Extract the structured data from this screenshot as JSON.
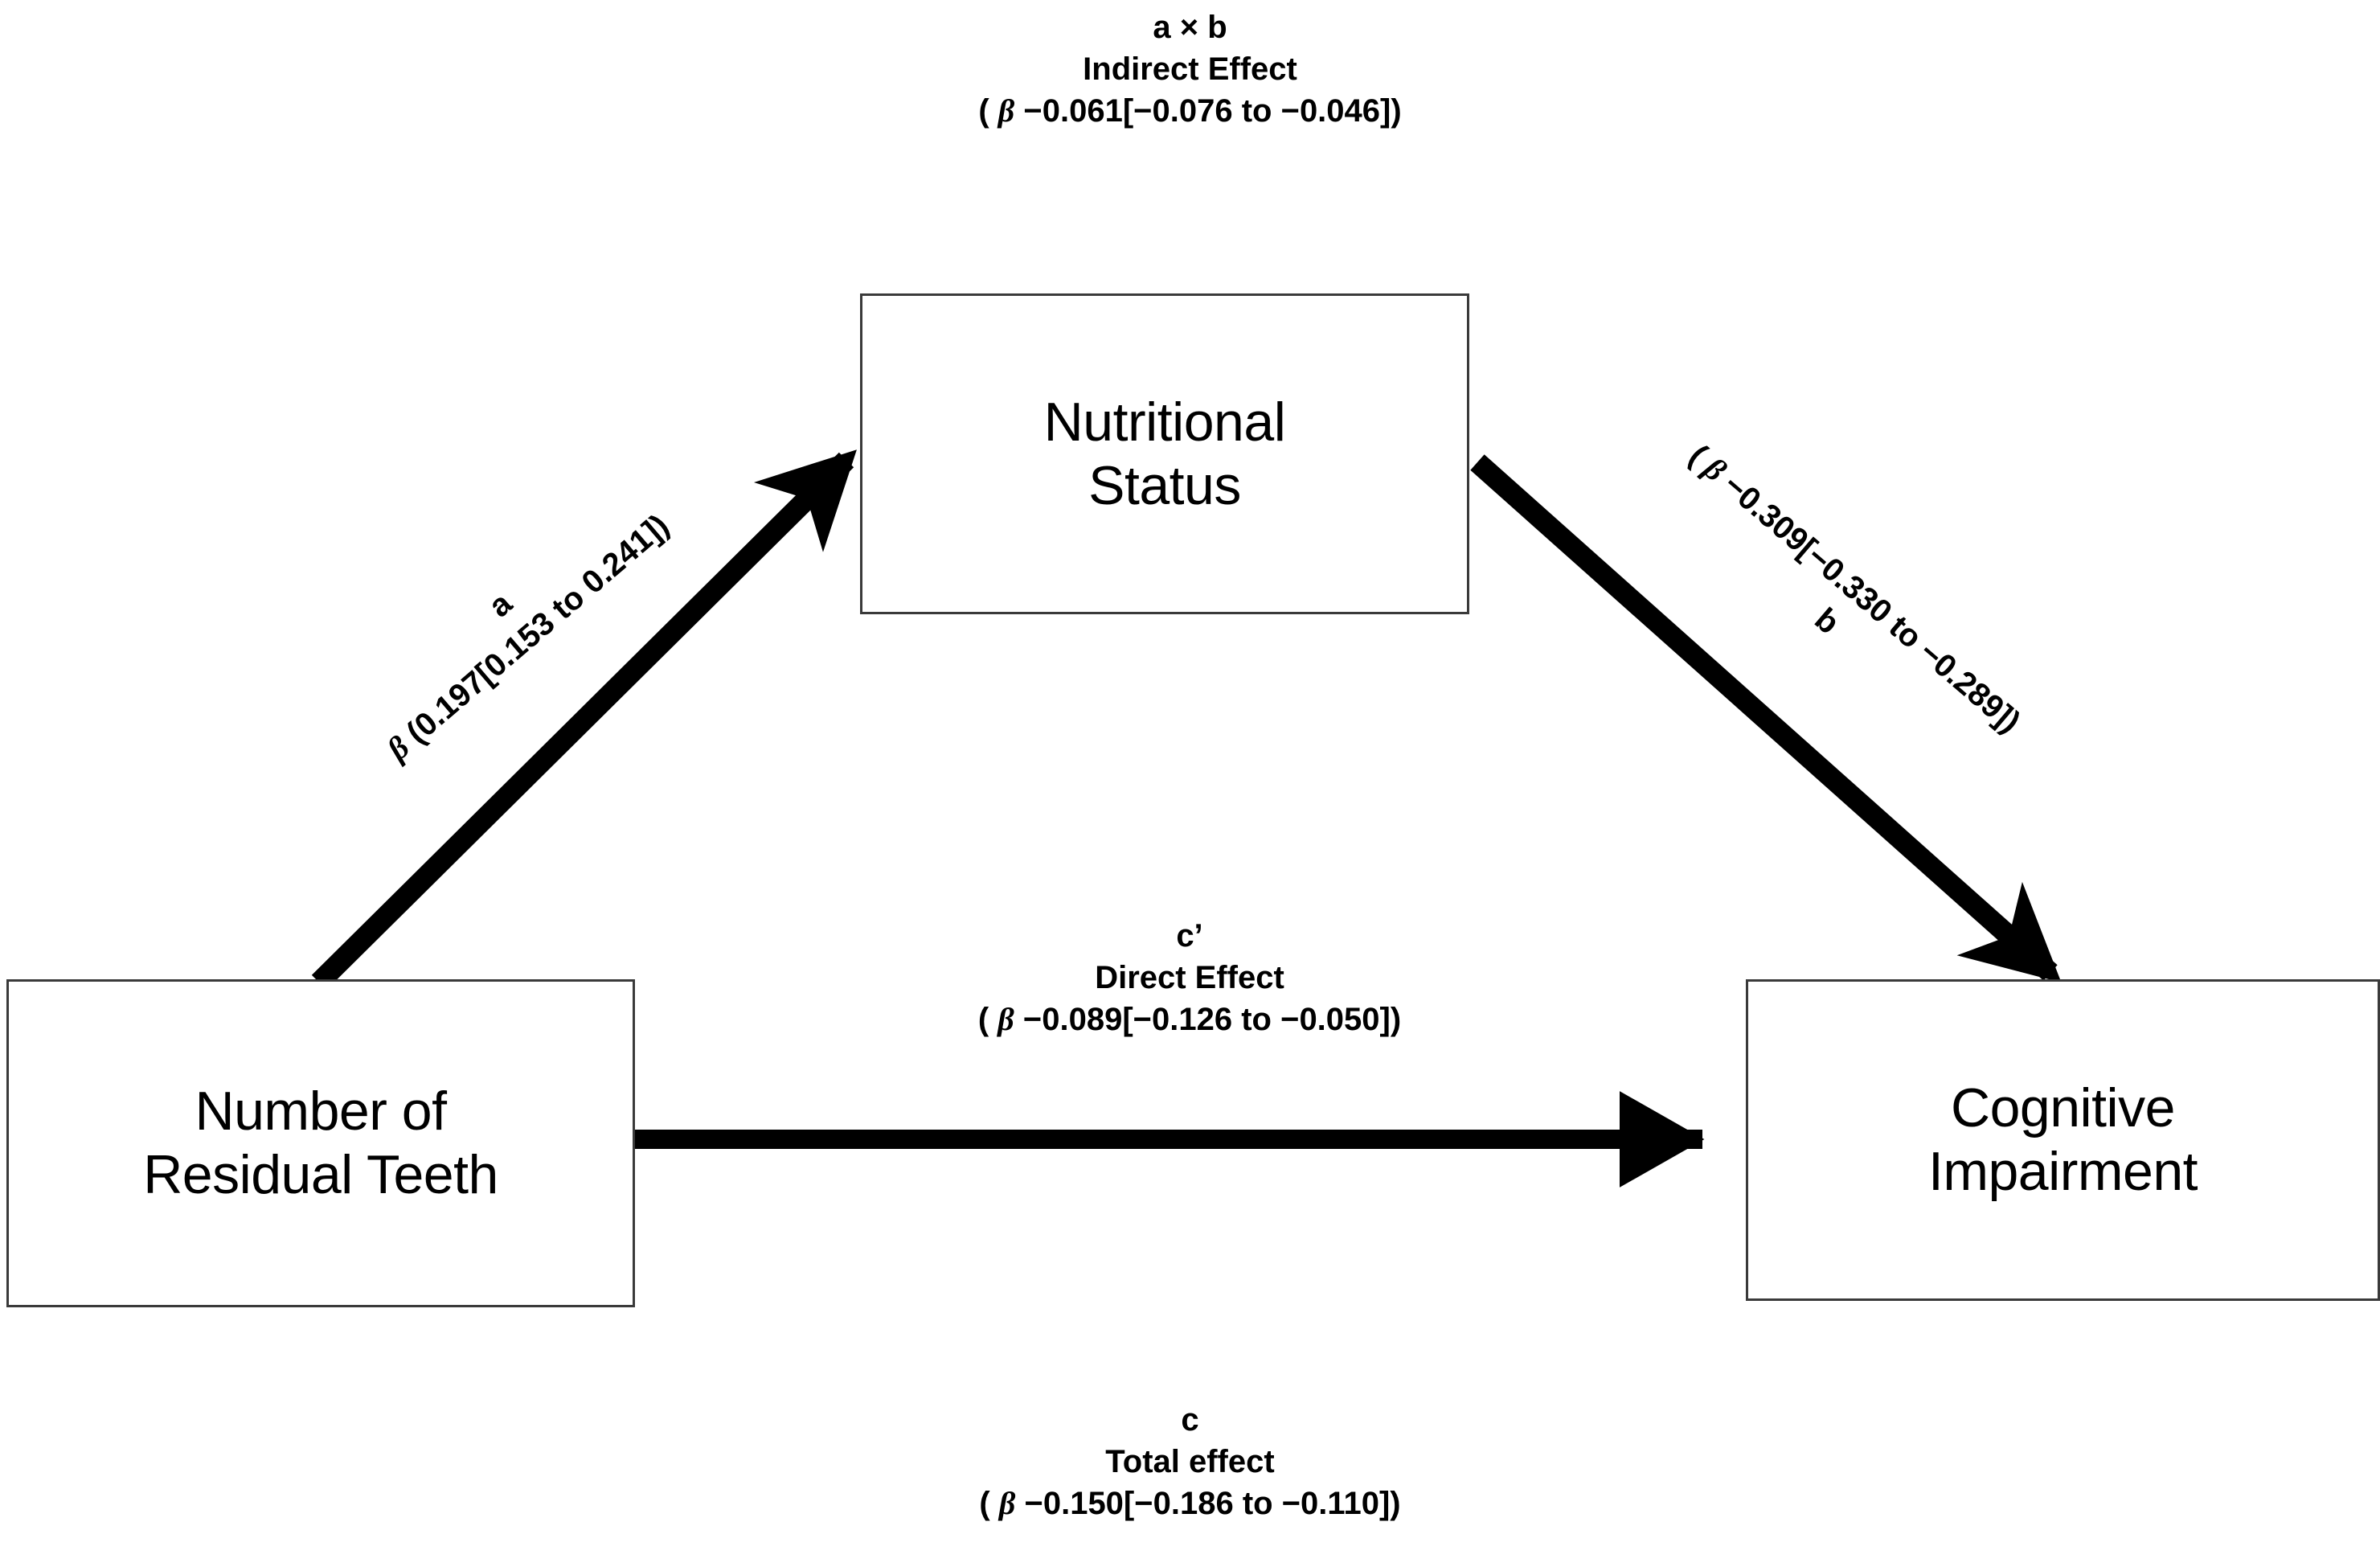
{
  "diagram": {
    "type": "mediation-path-diagram",
    "title": "Mediation model: Number of Residual Teeth → Nutritional Status → Cognitive Impairment",
    "background_color": "#ffffff",
    "line_color": "#000000",
    "box_border_color": "#3a3a3a"
  },
  "nodes": {
    "predictor": {
      "label": "Number of\nResidual Teeth",
      "role": "independent-variable"
    },
    "mediator": {
      "label": "Nutritional\nStatus",
      "role": "mediator"
    },
    "outcome": {
      "label": "Cognitive\nImpairment",
      "role": "dependent-variable"
    }
  },
  "paths": {
    "a": {
      "tag": "a",
      "coefficient": "β (0.197[0.153 to 0.241])",
      "from": "predictor",
      "to": "mediator",
      "beta": 0.197,
      "ci_low": 0.153,
      "ci_high": 0.241
    },
    "b": {
      "tag": "b",
      "coefficient": "( β −0.309[−0.330 to −0.289])",
      "from": "mediator",
      "to": "outcome",
      "beta": -0.309,
      "ci_low": -0.33,
      "ci_high": -0.289
    },
    "indirect": {
      "tag": "a × b",
      "name": "Indirect Effect",
      "coefficient": "( β −0.061[−0.076 to −0.046])",
      "beta": -0.061,
      "ci_low": -0.076,
      "ci_high": -0.046
    },
    "direct": {
      "tag": "c’",
      "name": "Direct Effect",
      "coefficient": "( β −0.089[−0.126 to −0.050])",
      "from": "predictor",
      "to": "outcome",
      "beta": -0.089,
      "ci_low": -0.126,
      "ci_high": -0.05
    },
    "total": {
      "tag": "c",
      "name": "Total effect",
      "coefficient": "( β −0.150[−0.186 to −0.110])",
      "beta": -0.15,
      "ci_low": -0.186,
      "ci_high": -0.11
    }
  }
}
